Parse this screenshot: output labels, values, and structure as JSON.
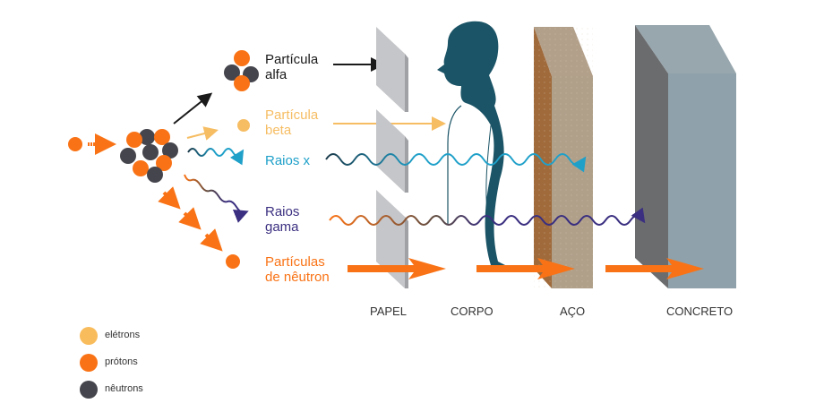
{
  "labels": {
    "alpha": [
      "Partícula",
      "alfa"
    ],
    "beta": [
      "Partícula",
      "beta"
    ],
    "xray": "Raios x",
    "gamma": [
      "Raios",
      "gama"
    ],
    "neutron": [
      "Partículas",
      "de nêutron"
    ]
  },
  "materials": [
    "PAPEL",
    "CORPO",
    "AÇO",
    "CONCRETO"
  ],
  "legend": [
    {
      "label": "elétrons",
      "color": "#f9bc5c"
    },
    {
      "label": "prótons",
      "color": "#f97316"
    },
    {
      "label": "nêutrons",
      "color": "#45454d"
    }
  ],
  "colors": {
    "alpha": "#1a1a1a",
    "beta": "#f6bd63",
    "xray": "#1fa0c9",
    "gamma": "#3a2f80",
    "neutron": "#f97316",
    "proton": "#f97316",
    "neutron_particle": "#45454d",
    "body": "#1b5466",
    "steel": "#b0a08a",
    "concrete": "#8fa1aa"
  }
}
